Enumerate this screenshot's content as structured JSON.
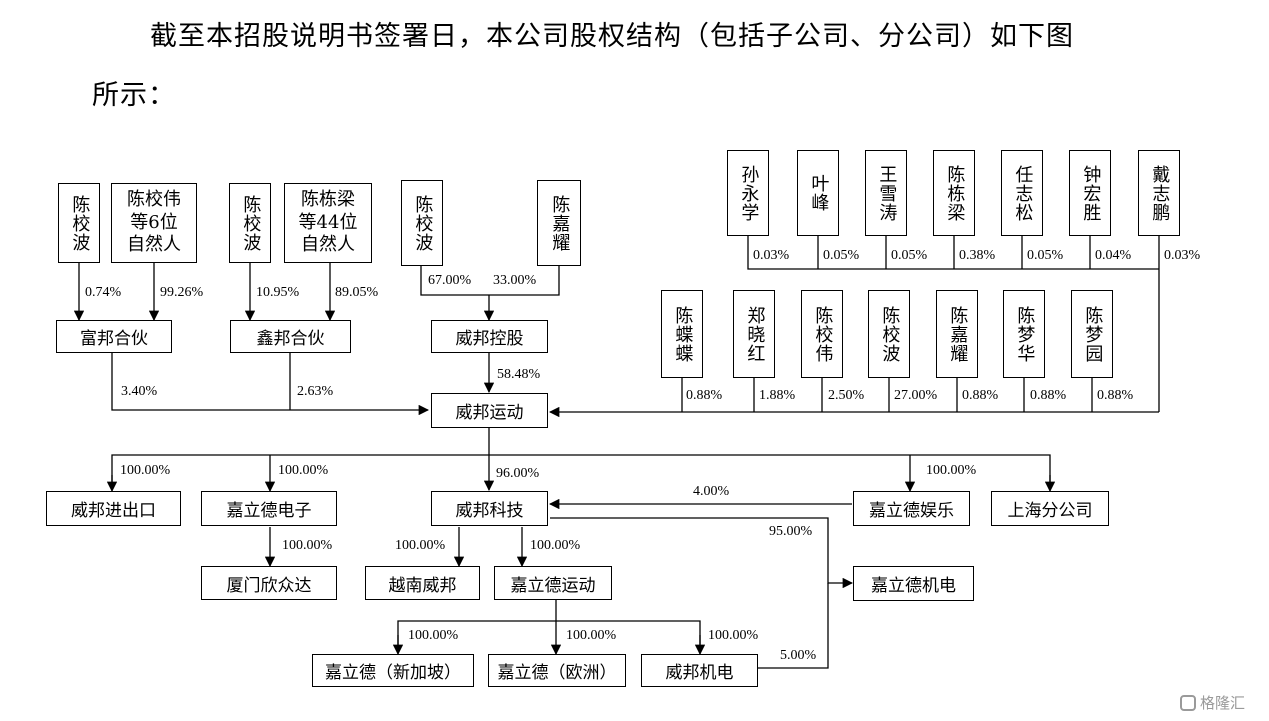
{
  "heading": {
    "line1": "截至本招股说明书签署日，本公司股权结构（包括子公司、分公司）如下图",
    "line2": "所示："
  },
  "nodes": {
    "p_cxb_1": "陈校波",
    "p_cxw_6": "陈校伟\n等6位\n自然人",
    "p_cxb_2": "陈校波",
    "p_cdl_44": "陈栋梁\n等44位\n自然人",
    "p_cxb_3": "陈校波",
    "p_cjy_1": "陈嘉耀",
    "p_syx": "孙永学",
    "p_yf": "叶峰",
    "p_wxt": "王雪涛",
    "p_cdl": "陈栋梁",
    "p_rzs": "任志松",
    "p_zhs": "钟宏胜",
    "p_dzp": "戴志鹏",
    "p_cdd": "陈蝶蝶",
    "p_zxh": "郑晓红",
    "p_cxw": "陈校伟",
    "p_cxb_4": "陈校波",
    "p_cjy_2": "陈嘉耀",
    "p_cmh": "陈梦华",
    "p_cmy": "陈梦园",
    "e_fbhh": "富邦合伙",
    "e_xbhh": "鑫邦合伙",
    "e_wbkg": "威邦控股",
    "e_wbyd": "威邦运动",
    "e_wbjck": "威邦进出口",
    "e_jldd": "嘉立德电子",
    "e_wbkj": "威邦科技",
    "e_jldyl": "嘉立德娱乐",
    "e_shfgs": "上海分公司",
    "e_xmxzd": "厦门欣众达",
    "e_ynwb": "越南威邦",
    "e_jldyd": "嘉立德运动",
    "e_jldjd": "嘉立德机电",
    "e_jld_xjp": "嘉立德（新加坡）",
    "e_jld_oz": "嘉立德（欧洲）",
    "e_wbjd": "威邦机电"
  },
  "stakes": {
    "cxb_fbhh": "0.74%",
    "cxw6_fbhh": "99.26%",
    "cxb_xbhh": "10.95%",
    "cdl44_xbhh": "89.05%",
    "cxb_wbkg": "67.00%",
    "cjy_wbkg": "33.00%",
    "syx": "0.03%",
    "yf": "0.05%",
    "wxt": "0.05%",
    "cdl": "0.38%",
    "rzs": "0.05%",
    "zhs": "0.04%",
    "dzp": "0.03%",
    "cdd": "0.88%",
    "zxh": "1.88%",
    "cxw": "2.50%",
    "cxb": "27.00%",
    "cjy": "0.88%",
    "cmh": "0.88%",
    "cmy": "0.88%",
    "wbkg_wbyd": "58.48%",
    "fbhh_wbyd": "3.40%",
    "xbhh_wbyd": "2.63%",
    "wbyd_wbjck": "100.00%",
    "wbyd_jldd": "100.00%",
    "wbyd_wbkj": "96.00%",
    "wbyd_jldyl": "100.00%",
    "jldyl_wbkj": "4.00%",
    "jldd_xmxzd": "100.00%",
    "wbkj_ynwb": "100.00%",
    "wbkj_jldyd": "100.00%",
    "wbkj_jldjd": "95.00%",
    "jldyd_xjp": "100.00%",
    "jldyd_oz": "100.00%",
    "jldyd_wbjd": "100.00%",
    "wbjd_jldjd": "5.00%"
  },
  "watermark": "格隆汇"
}
